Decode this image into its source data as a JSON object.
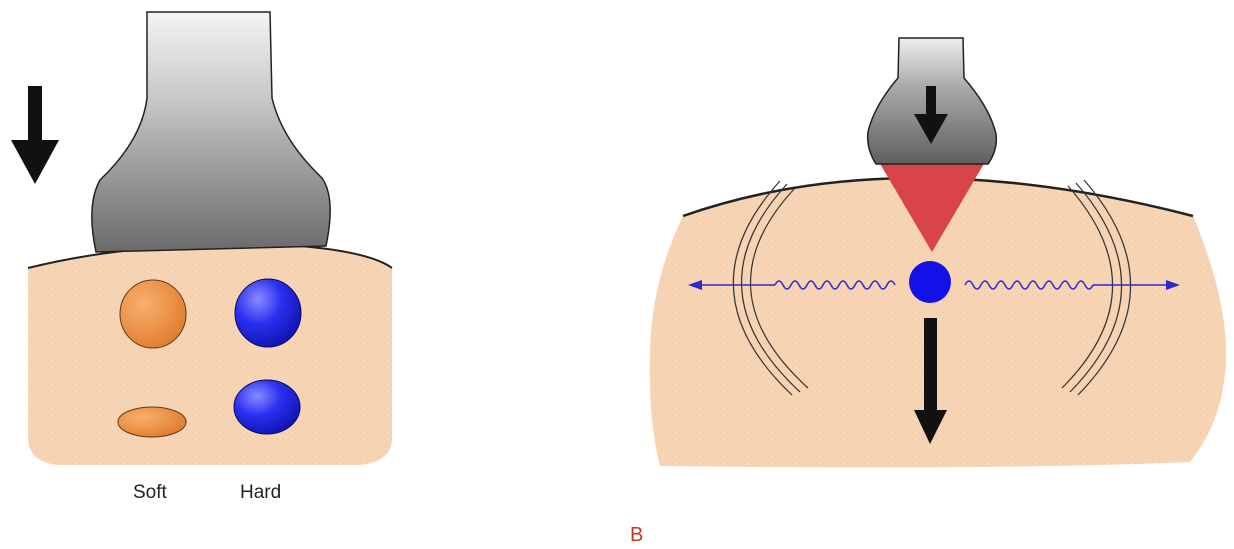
{
  "labels": {
    "soft": "Soft",
    "hard": "Hard",
    "panel": "B"
  },
  "colors": {
    "tissue": "#f7d4b4",
    "probe_dark": "#6f6f6f",
    "probe_light": "#f2f2f2",
    "soft_inclusion": "#ef9447",
    "hard_inclusion": "#1f24e6",
    "push_beam": "#d9434a",
    "shear_wave": "#2a2ad0",
    "arrow": "#111111"
  },
  "icons": {
    "compression_arrow": "down-arrow-icon",
    "push_arrow": "down-arrow-icon"
  }
}
